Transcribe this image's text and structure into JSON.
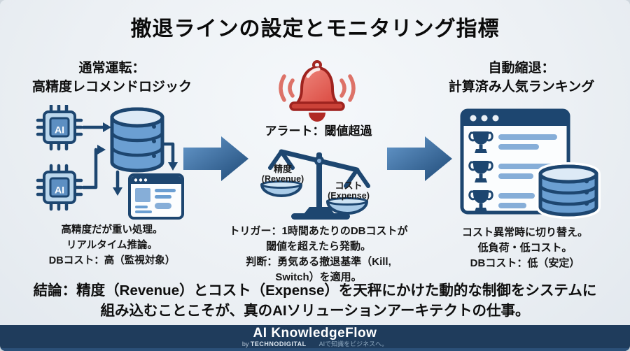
{
  "title": "撤退ラインの設定とモニタリング指標",
  "left": {
    "heading_line1": "通常運転：",
    "heading_line2": "高精度レコメンドロジック",
    "chip_label": "AI",
    "note_line1": "高精度だが重い処理。",
    "note_line2": "リアルタイム推論。",
    "note_line3": "DBコスト：高（監視対象）"
  },
  "middle": {
    "alert_label": "アラート：閾値超過",
    "scale_left_name": "精度",
    "scale_left_metric": "(Revenue)",
    "scale_right_name": "コスト",
    "scale_right_metric": "(Expense)",
    "note_line1": "トリガー：1時間あたりのDBコストが",
    "note_line2": "閾値を超えたら発動。",
    "note_line3": "判断：勇気ある撤退基準（Kill,",
    "note_line4": "Switch）を適用。"
  },
  "right": {
    "heading_line1": "自動縮退：",
    "heading_line2": "計算済み人気ランキング",
    "note_line1": "コスト異常時に切り替え。",
    "note_line2": "低負荷・低コスト。",
    "note_line3": "DBコスト：低（安定）"
  },
  "conclusion": {
    "line1": "結論：精度（Revenue）とコスト（Expense）を天秤にかけた動的な制御をシステムに",
    "line2": "組み込むことこそが、真のAIソリューションアーキテクトの仕事。"
  },
  "footer": {
    "brand": "AI KnowledgeFlow",
    "by_label": "by",
    "company": "TECHNODIGITAL",
    "tagline": "AIで知識をビジネスへ。"
  },
  "colors": {
    "navy": "#1d4670",
    "mid_blue": "#5d8fc2",
    "light_blue": "#bcd7ec",
    "pale_blue": "#ddeaf6",
    "alert_red": "#d9453c",
    "footer_bg": "#1f3c5c",
    "background": "#eef2f6",
    "text": "#111111"
  }
}
